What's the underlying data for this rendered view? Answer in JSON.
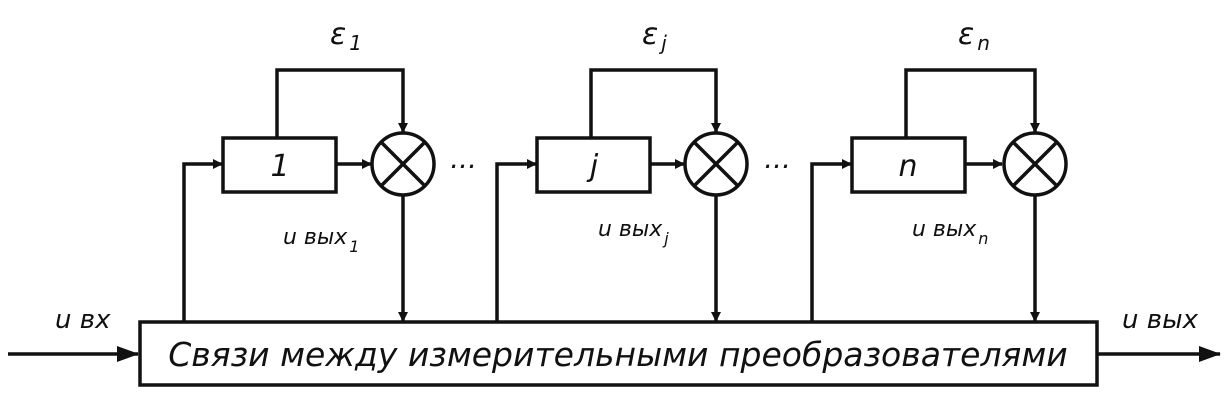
{
  "input_label": "u вх",
  "output_label": "u вых",
  "bus_label": "Связи между измерительными преобразователями",
  "ellipsis": "···",
  "stages": [
    {
      "id": "1",
      "box_label": "1",
      "error_label": "ε",
      "error_index": "1",
      "out_label": "u вых",
      "out_index": "1"
    },
    {
      "id": "j",
      "box_label": "j",
      "error_label": "ε",
      "error_index": "j",
      "out_label": "u вых",
      "out_index": "j"
    },
    {
      "id": "n",
      "box_label": "n",
      "error_label": "ε",
      "error_index": "n",
      "out_label": "u вых",
      "out_index": "n"
    }
  ]
}
